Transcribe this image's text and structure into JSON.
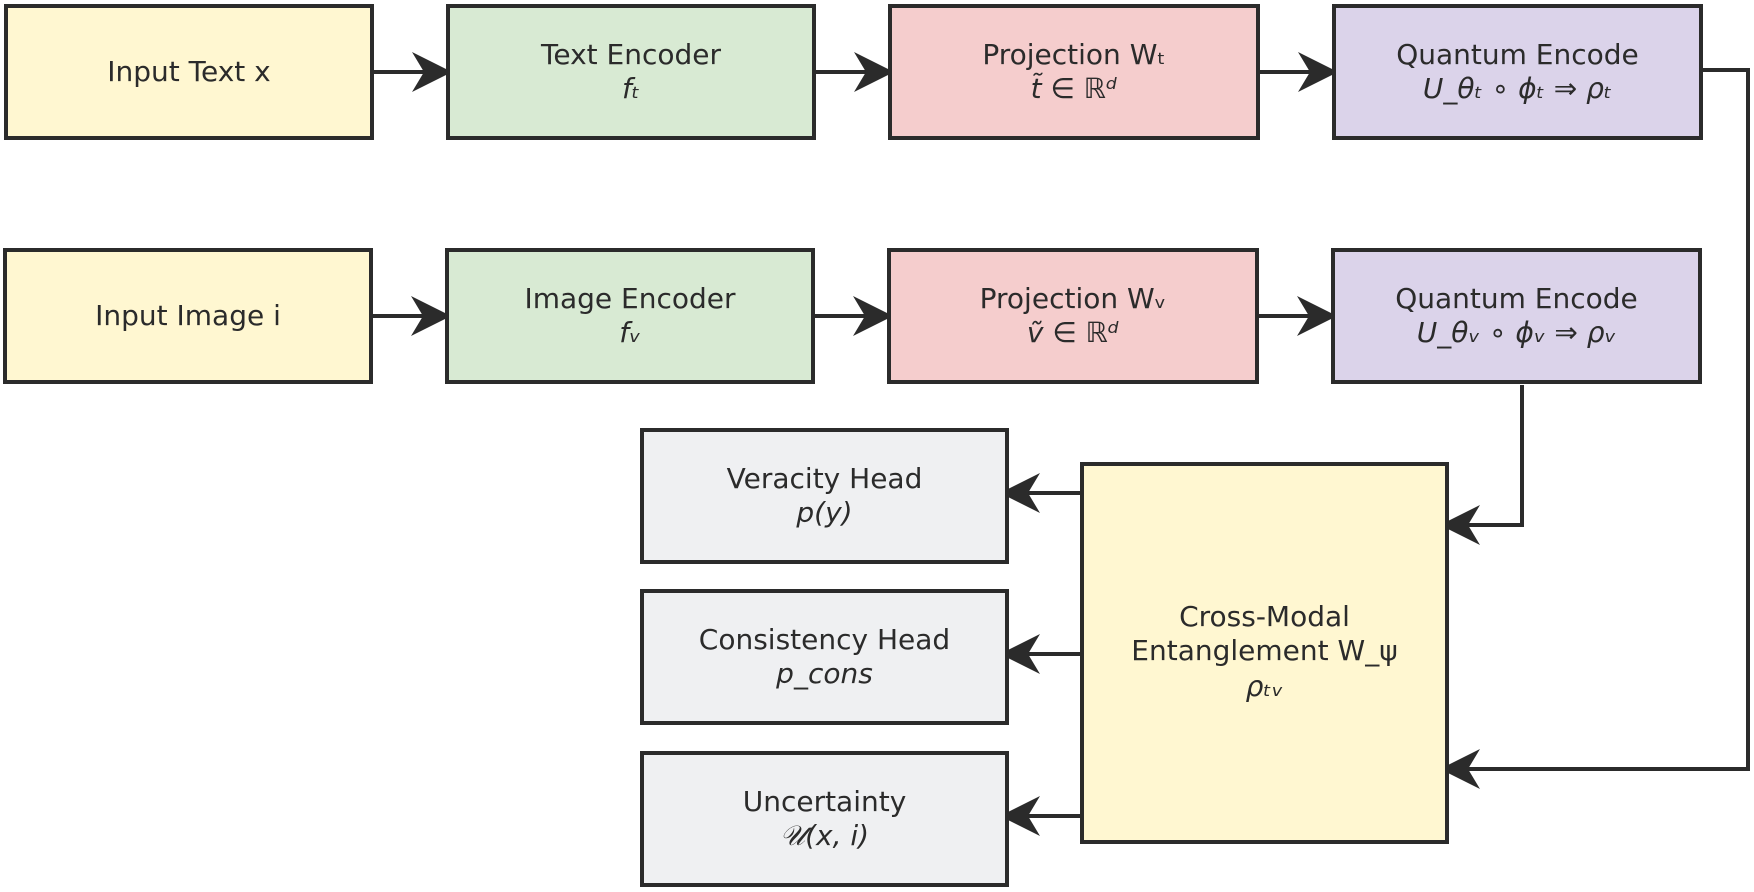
{
  "boxes": {
    "input_text": {
      "line1": "Input Text x"
    },
    "text_encoder": {
      "line1": "Text Encoder",
      "line2": "fₜ"
    },
    "projection_t": {
      "line1": "Projection Wₜ",
      "line2": "t̃ ∈ ℝᵈ"
    },
    "quantum_t": {
      "line1": "Quantum Encode",
      "line2": "U_θₜ ∘ ϕₜ ⇒ ρₜ"
    },
    "input_image": {
      "line1": "Input Image i"
    },
    "image_encoder": {
      "line1": "Image Encoder",
      "line2": "fᵥ"
    },
    "projection_v": {
      "line1": "Projection Wᵥ",
      "line2": "ṽ ∈ ℝᵈ"
    },
    "quantum_v": {
      "line1": "Quantum Encode",
      "line2": "U_θᵥ ∘ ϕᵥ ⇒ ρᵥ"
    },
    "entanglement": {
      "line1": "Cross-Modal",
      "line2": "Entanglement W_ψ",
      "line3": "ρₜᵥ"
    },
    "veracity": {
      "line1": "Veracity Head",
      "line2": "p(y)"
    },
    "consistency": {
      "line1": "Consistency Head",
      "line2": "p_cons"
    },
    "uncertainty": {
      "line1": "Uncertainty",
      "line2": "𝒰(x, i)"
    }
  },
  "colors": {
    "stroke": "#2b2b2b",
    "input": "#fff7d1",
    "encoder": "#d8ead3",
    "projection": "#f5cdcd",
    "quantum": "#dbd3ea",
    "head": "#eff0f2"
  }
}
